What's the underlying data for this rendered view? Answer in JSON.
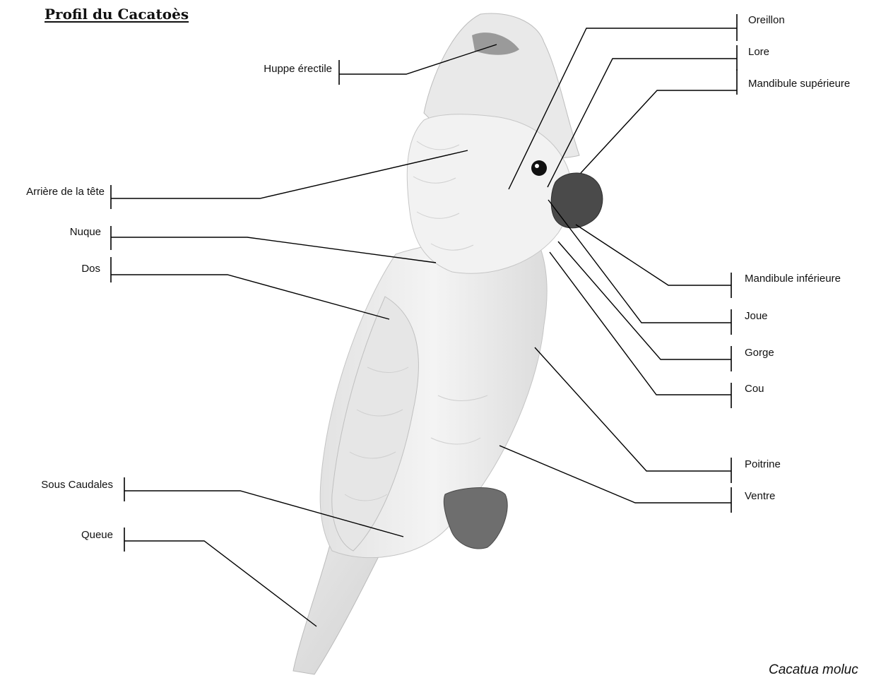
{
  "title": "Profil du Cacatoès",
  "species": "Cacatua moluc",
  "labels": {
    "huppe": "Huppe érectile",
    "arriere_tete": "Arrière de la tête",
    "nuque": "Nuque",
    "dos": "Dos",
    "sous_caudales": "Sous Caudales",
    "queue": "Queue",
    "oreillon": "Oreillon",
    "lore": "Lore",
    "mandibule_sup": "Mandibule supérieure",
    "mandibule_inf": "Mandibule inférieure",
    "joue": "Joue",
    "gorge": "Gorge",
    "cou": "Cou",
    "poitrine": "Poitrine",
    "ventre": "Ventre"
  },
  "illustration": {
    "subject": "white cockatoo in profile facing right",
    "plumage_color": "#ededed",
    "beak_color": "#4a4a4a",
    "feet_color": "#6e6e6e"
  }
}
